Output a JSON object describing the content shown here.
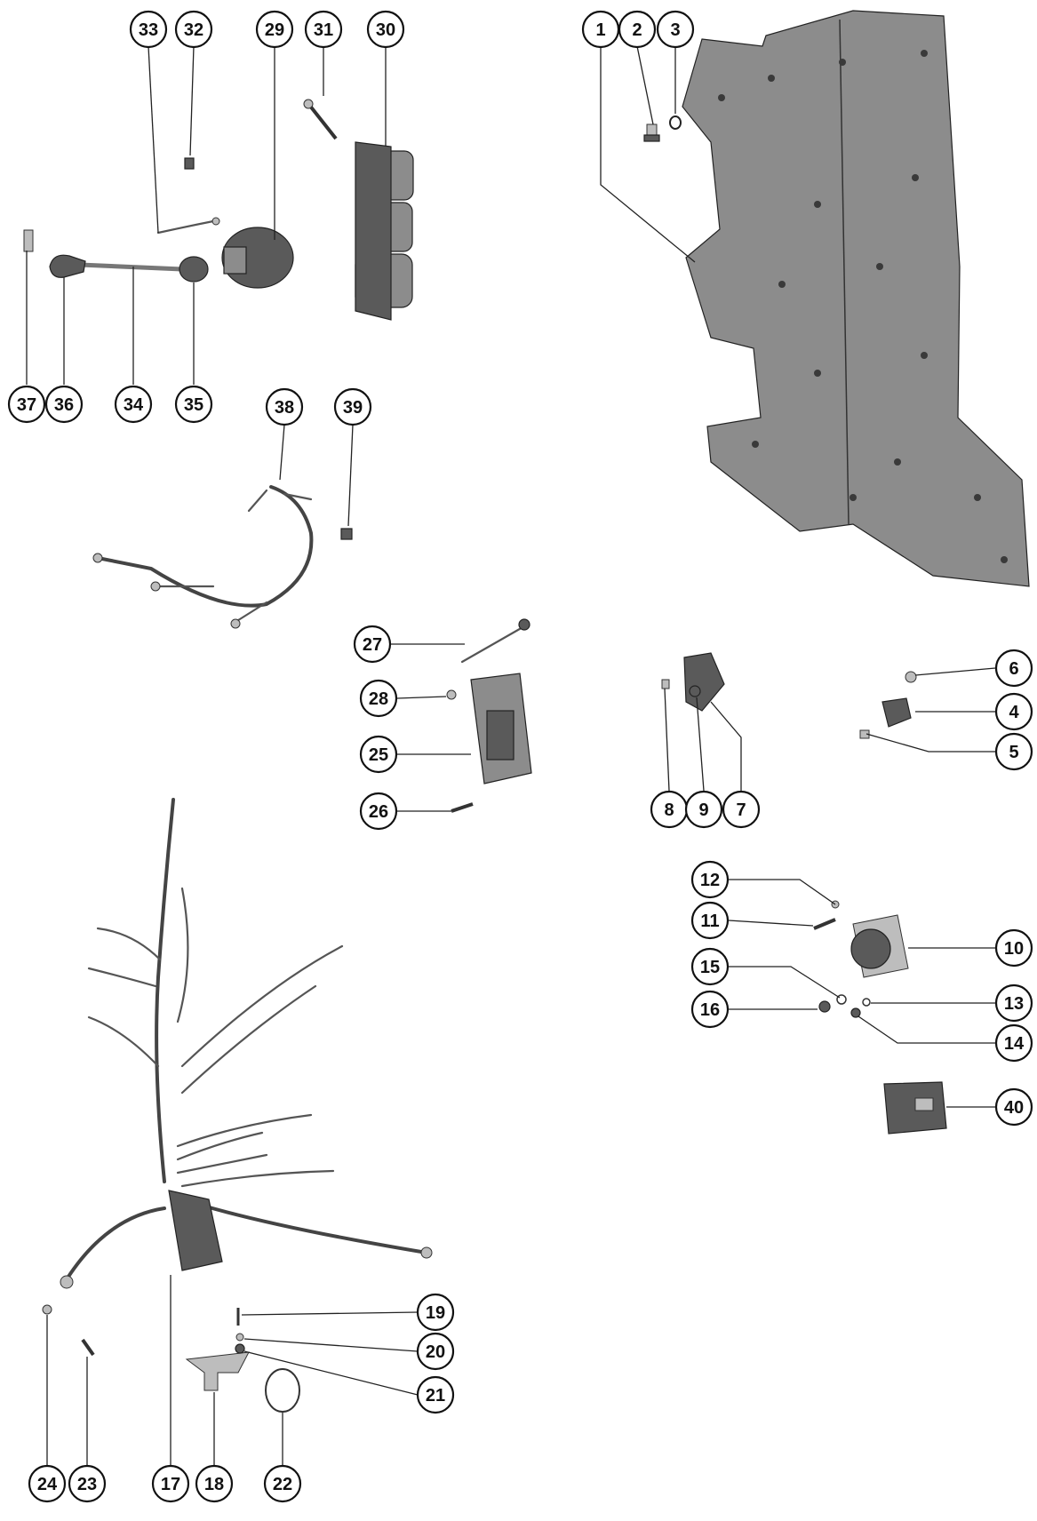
{
  "diagram": {
    "callouts": [
      {
        "id": "c33",
        "label": "33"
      },
      {
        "id": "c32",
        "label": "32"
      },
      {
        "id": "c29",
        "label": "29"
      },
      {
        "id": "c31",
        "label": "31"
      },
      {
        "id": "c30",
        "label": "30"
      },
      {
        "id": "c1",
        "label": "1"
      },
      {
        "id": "c2",
        "label": "2"
      },
      {
        "id": "c3",
        "label": "3"
      },
      {
        "id": "c37",
        "label": "37"
      },
      {
        "id": "c36",
        "label": "36"
      },
      {
        "id": "c34",
        "label": "34"
      },
      {
        "id": "c35",
        "label": "35"
      },
      {
        "id": "c38",
        "label": "38"
      },
      {
        "id": "c39",
        "label": "39"
      },
      {
        "id": "c27",
        "label": "27"
      },
      {
        "id": "c28",
        "label": "28"
      },
      {
        "id": "c25",
        "label": "25"
      },
      {
        "id": "c26",
        "label": "26"
      },
      {
        "id": "c6",
        "label": "6"
      },
      {
        "id": "c4",
        "label": "4"
      },
      {
        "id": "c5",
        "label": "5"
      },
      {
        "id": "c8",
        "label": "8"
      },
      {
        "id": "c9",
        "label": "9"
      },
      {
        "id": "c7",
        "label": "7"
      },
      {
        "id": "c12",
        "label": "12"
      },
      {
        "id": "c11",
        "label": "11"
      },
      {
        "id": "c10",
        "label": "10"
      },
      {
        "id": "c15",
        "label": "15"
      },
      {
        "id": "c13",
        "label": "13"
      },
      {
        "id": "c16",
        "label": "16"
      },
      {
        "id": "c14",
        "label": "14"
      },
      {
        "id": "c40",
        "label": "40"
      },
      {
        "id": "c19",
        "label": "19"
      },
      {
        "id": "c20",
        "label": "20"
      },
      {
        "id": "c21",
        "label": "21"
      },
      {
        "id": "c24",
        "label": "24"
      },
      {
        "id": "c23",
        "label": "23"
      },
      {
        "id": "c17",
        "label": "17"
      },
      {
        "id": "c18",
        "label": "18"
      },
      {
        "id": "c22",
        "label": "22"
      }
    ]
  }
}
